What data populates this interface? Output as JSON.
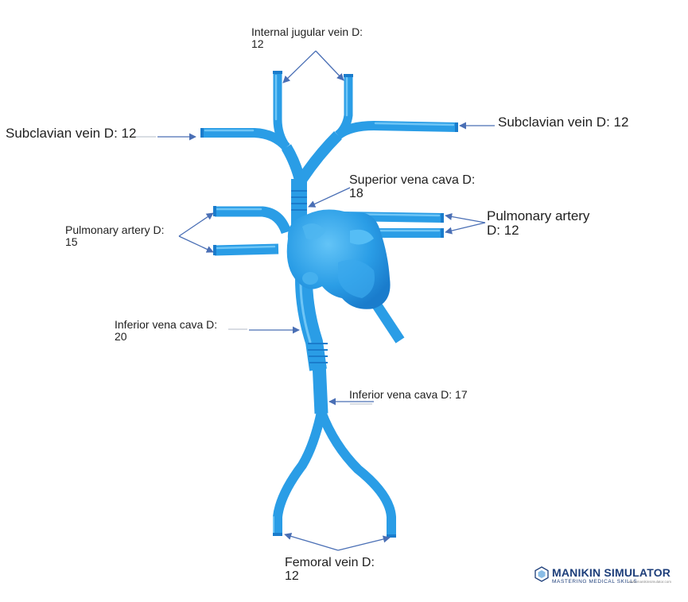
{
  "labels": {
    "internal_jugular": {
      "line1": "Internal jugular vein D:",
      "line2": "12"
    },
    "subclavian_left": "Subclavian vein D: 12",
    "subclavian_right": "Subclavian vein D: 12",
    "superior_vena_cava": {
      "line1": "Superior vena cava D:",
      "line2": "18"
    },
    "pulmonary_left": {
      "line1": "Pulmonary artery D:",
      "line2": "15"
    },
    "pulmonary_right": {
      "line1": "Pulmonary artery",
      "line2": "D: 12"
    },
    "inferior_vena_cava_upper": {
      "line1": "Inferior vena cava D:",
      "line2": "20"
    },
    "inferior_vena_cava_lower": "Inferior vena cava D: 17",
    "femoral": {
      "line1": "Femoral vein D:",
      "line2": "12"
    }
  },
  "logo": {
    "brand": "MANIKIN SIMULATOR",
    "tagline": "MASTERING MEDICAL SKILLS",
    "url": "www.manikinsimulator.com"
  },
  "colors": {
    "vessel": "#2a9de6",
    "vessel_highlight": "#6cc8f7",
    "vessel_shadow": "#1774c0",
    "arrow": "#4a6fb5",
    "text": "#1f1f1f",
    "brand": "#1d3e7a"
  }
}
